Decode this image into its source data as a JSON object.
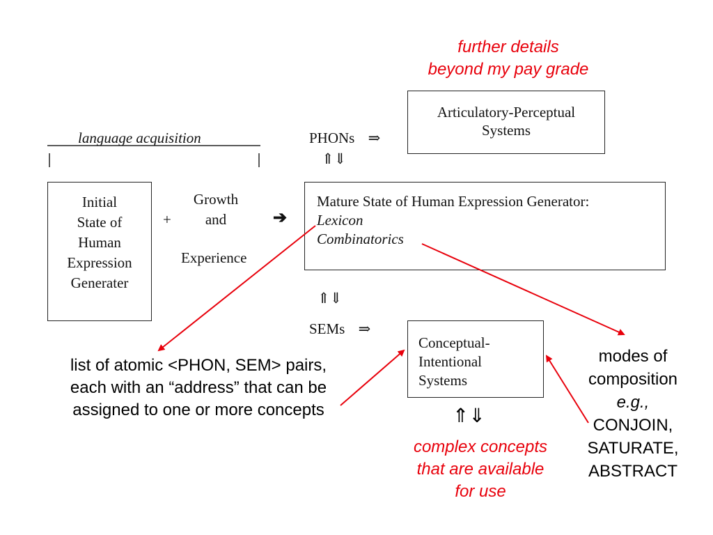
{
  "annotations": {
    "further_line1": "further details",
    "further_line2": "beyond my pay grade",
    "atomic_line1": "list of atomic <PHON, SEM> pairs,",
    "atomic_line2": "each with an “address” that can be",
    "atomic_line3": "assigned to one or more concepts",
    "modes_line1": "modes of",
    "modes_line2": "composition",
    "modes_line3": "e.g.,",
    "modes_line4": "CONJOIN,",
    "modes_line5": "SATURATE,",
    "modes_line6": "ABSTRACT",
    "complex_line1": "complex concepts",
    "complex_line2": "that are available",
    "complex_line3": "for use",
    "bottom_arrows": "⇑⇓"
  },
  "diagram": {
    "language_acquisition": "language acquisition",
    "initial_line1": "Initial",
    "initial_line2": "State of",
    "initial_line3": "Human",
    "initial_line4": "Expression",
    "initial_line5": "Generater",
    "plus": "+",
    "growth_line1": "Growth",
    "growth_line2": "and",
    "experience": "Experience",
    "right_arrow": "➔",
    "mature_line1": "Mature State of Human Expression Generator:",
    "mature_line2": "Lexicon",
    "mature_line3": "Combinatorics",
    "phons": "PHONs",
    "sems": "SEMs",
    "implies": "⇒",
    "updown": "⇑⇓",
    "ap_line1": "Articulatory-Perceptual",
    "ap_line2": "Systems",
    "ci_line1": "Conceptual-",
    "ci_line2": "Intentional",
    "ci_line3": "Systems"
  },
  "colors": {
    "accent_red": "#e8000b"
  }
}
